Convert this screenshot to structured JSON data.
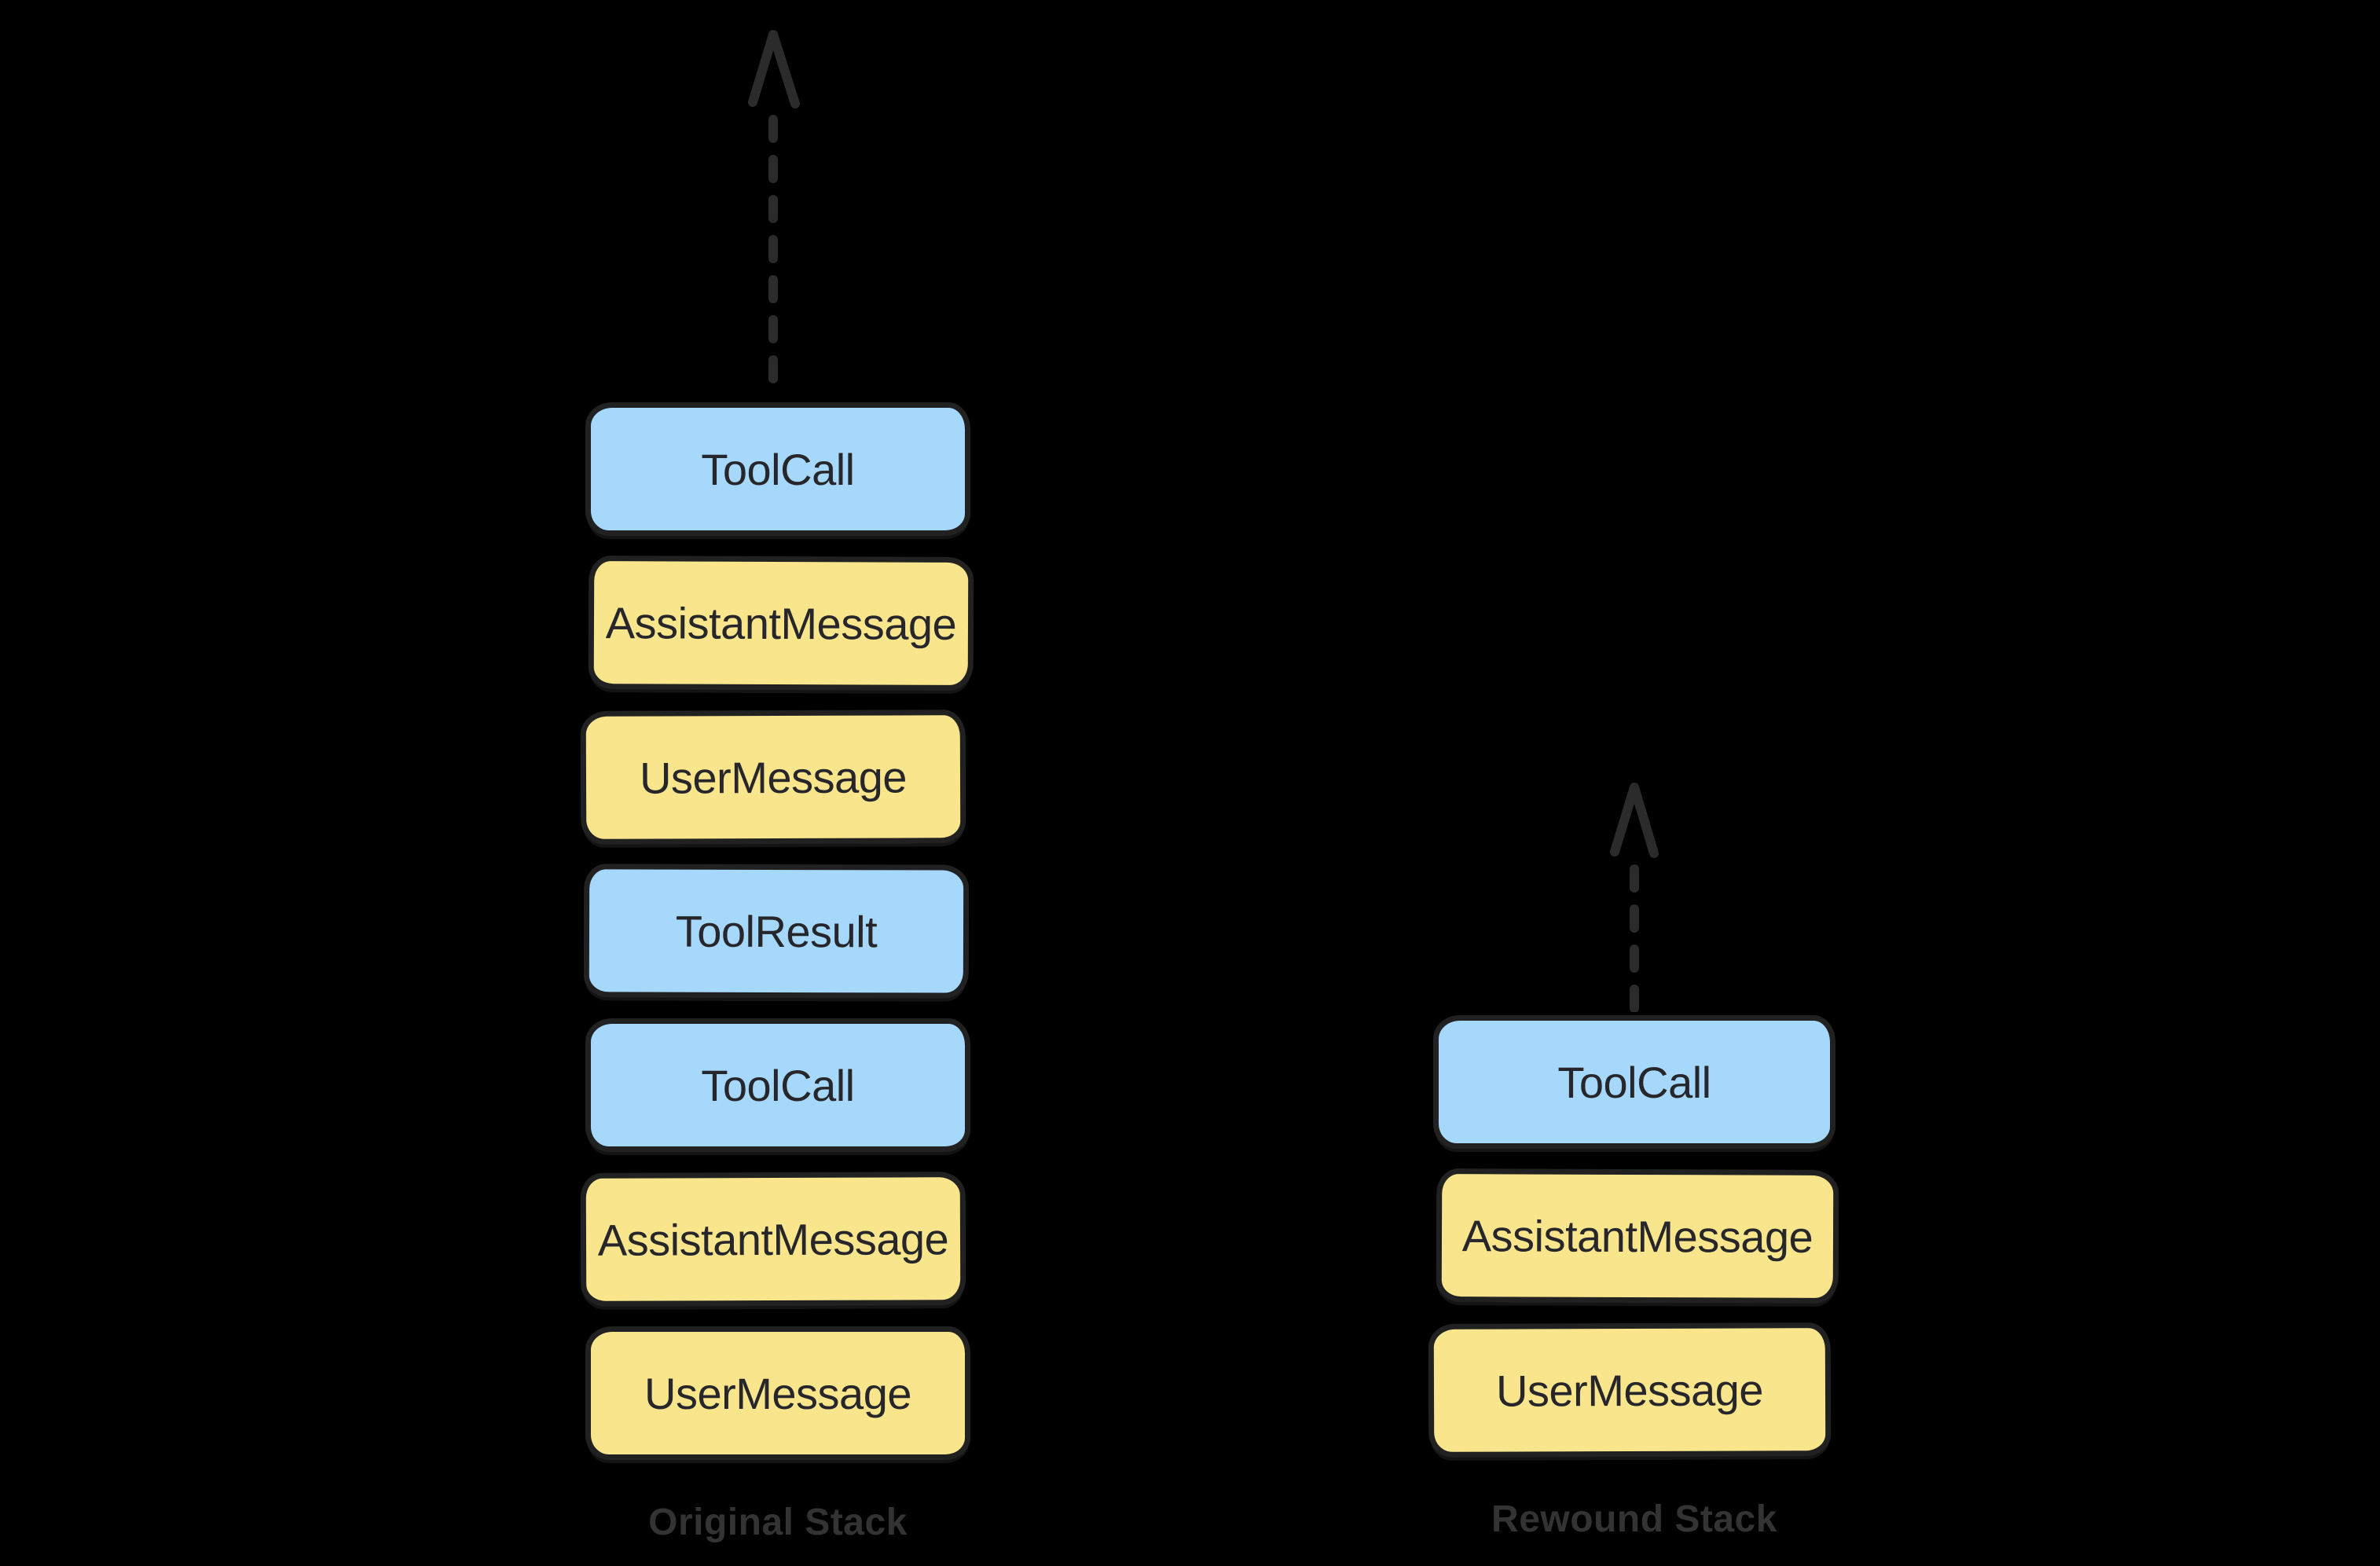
{
  "diagram": {
    "background": "#000000",
    "colors": {
      "tool_fill": "#a5d8fa",
      "message_fill": "#f8e58c",
      "box_outline": "#212121",
      "box_text": "#26262b",
      "caption_text": "#333333",
      "arrow": "#2b2b2b"
    },
    "stacks": [
      {
        "caption": "Original Stack",
        "arrow_icon": "dashed-up-arrow",
        "boxes": [
          {
            "label": "ToolCall",
            "kind": "tool"
          },
          {
            "label": "AssistantMessage",
            "kind": "message"
          },
          {
            "label": "UserMessage",
            "kind": "message"
          },
          {
            "label": "ToolResult",
            "kind": "tool"
          },
          {
            "label": "ToolCall",
            "kind": "tool"
          },
          {
            "label": "AssistantMessage",
            "kind": "message"
          },
          {
            "label": "UserMessage",
            "kind": "message"
          }
        ]
      },
      {
        "caption": "Rewound Stack",
        "arrow_icon": "dashed-up-arrow",
        "boxes": [
          {
            "label": "ToolCall",
            "kind": "tool"
          },
          {
            "label": "AssistantMessage",
            "kind": "message"
          },
          {
            "label": "UserMessage",
            "kind": "message"
          }
        ]
      }
    ]
  }
}
